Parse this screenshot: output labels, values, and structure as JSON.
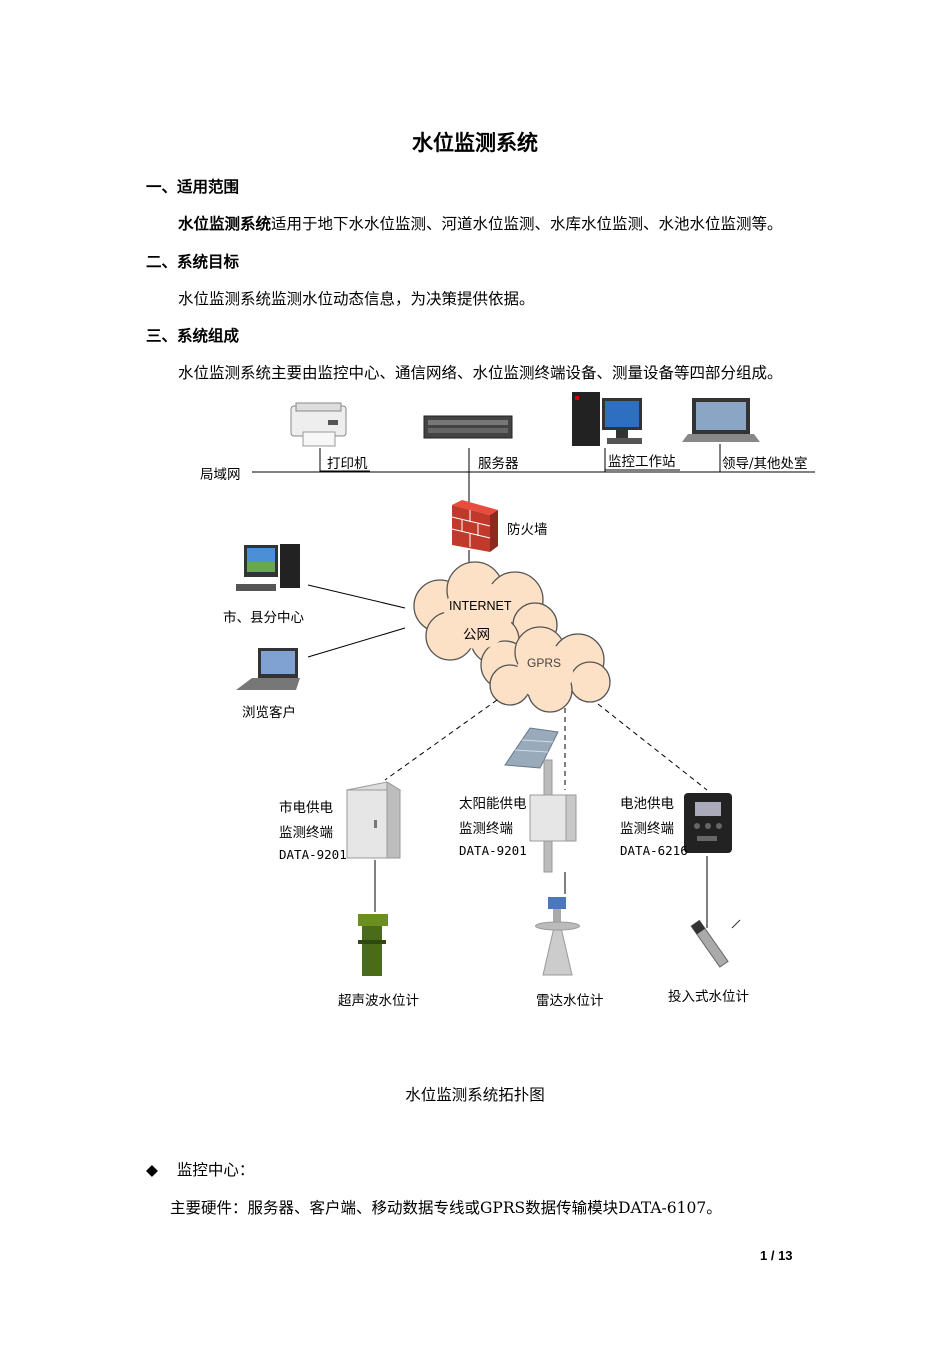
{
  "doc": {
    "title": "水位监测系统",
    "s1_heading": "一、适用范围",
    "s1_bold": "水位监测系统",
    "s1_text": "适用于地下水水位监测、河道水位监测、水库水位监测、水池水位监测等。",
    "s2_heading": "二、系统目标",
    "s2_text": "水位监测系统监测水位动态信息，为决策提供依据。",
    "s3_heading": "三、系统组成",
    "s3_text": "水位监测系统主要由监控中心、通信网络、水位监测终端设备、测量设备等四部分组成。",
    "caption": "水位监测系统拓扑图",
    "bullet_symbol": "◆",
    "bullet_text": "监控中心：",
    "hardware_text": "主要硬件：服务器、客户端、移动数据专线或GPRS数据传输模块DATA-6107。",
    "page_number": "1 / 13"
  },
  "diagram": {
    "lan": "局域网",
    "printer": "打印机",
    "server": "服务器",
    "workstation": "监控工作站",
    "leader": "领导/其他处室",
    "firewall": "防火墙",
    "internet": "INTERNET",
    "public_net": "公网",
    "gprs": "GPRS",
    "city_center": "市、县分中心",
    "browser_client": "浏览客户",
    "t1_line1": "市电供电",
    "t1_line2": "监测终端",
    "t1_model": "DATA-9201",
    "t2_line1": "太阳能供电",
    "t2_line2": "监测终端",
    "t2_model": "DATA-9201",
    "t3_line1": "电池供电",
    "t3_line2": "监测终端",
    "t3_model": "DATA-6216",
    "sensor1": "超声波水位计",
    "sensor2": "雷达水位计",
    "sensor3": "投入式水位计"
  },
  "colors": {
    "cloud_fill": "#fde1c6",
    "firewall_red": "#c0392b"
  }
}
